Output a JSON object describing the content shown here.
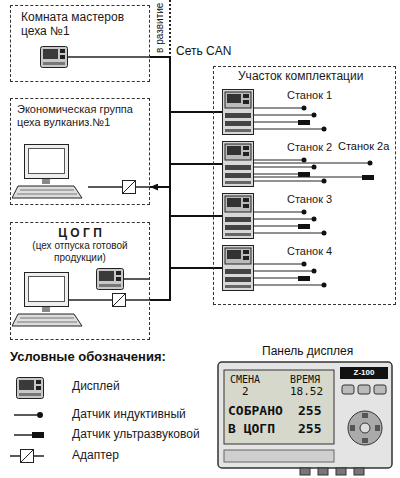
{
  "diagram": {
    "nodes": [
      {
        "text": [
          "Комната мастеров цеха №1"
        ]
      },
      {
        "text": [
          "Экономическая группа цеха вулканиз.№1"
        ]
      },
      {
        "text": [
          "Ц О Г П",
          "(цех отпуска готовой продукции)"
        ]
      },
      {
        "text": [
          "Участок комплектации"
        ]
      },
      {
        "text": [
          "Станок 1"
        ],
        "in": 3
      },
      {
        "text": [
          "Станок 2"
        ],
        "in": 3
      },
      {
        "text": [
          "Станок 3"
        ],
        "in": 3
      },
      {
        "text": [
          "Станок 4"
        ],
        "in": 3
      }
    ],
    "edges": [
      {
        "from": 0,
        "to": 1,
        "arrow": "to"
      },
      {
        "from": 0,
        "to": 2,
        "arrow": "none"
      },
      {
        "from": 0,
        "to": 4,
        "arrow": "none"
      },
      {
        "from": 0,
        "to": 5,
        "arrow": "none"
      },
      {
        "from": 0,
        "to": 6,
        "arrow": "none"
      },
      {
        "from": 0,
        "to": 7,
        "arrow": "none"
      }
    ],
    "labels": [
      "в развитие",
      "Сеть CAN",
      "Станок 2а",
      "Условные обозначения:",
      "Панель дисплея",
      "СМЕНА",
      "ВРЕМЯ",
      "2",
      "18.52",
      "СОБРАНО",
      "255",
      "В ЦОГП",
      "255",
      "Z-100"
    ],
    "legend": [
      {
        "text": "Дисплей"
      },
      {
        "text": "Датчик индуктивный"
      },
      {
        "text": "Датчик ультразвуковой"
      },
      {
        "text": "Адаптер"
      }
    ]
  }
}
